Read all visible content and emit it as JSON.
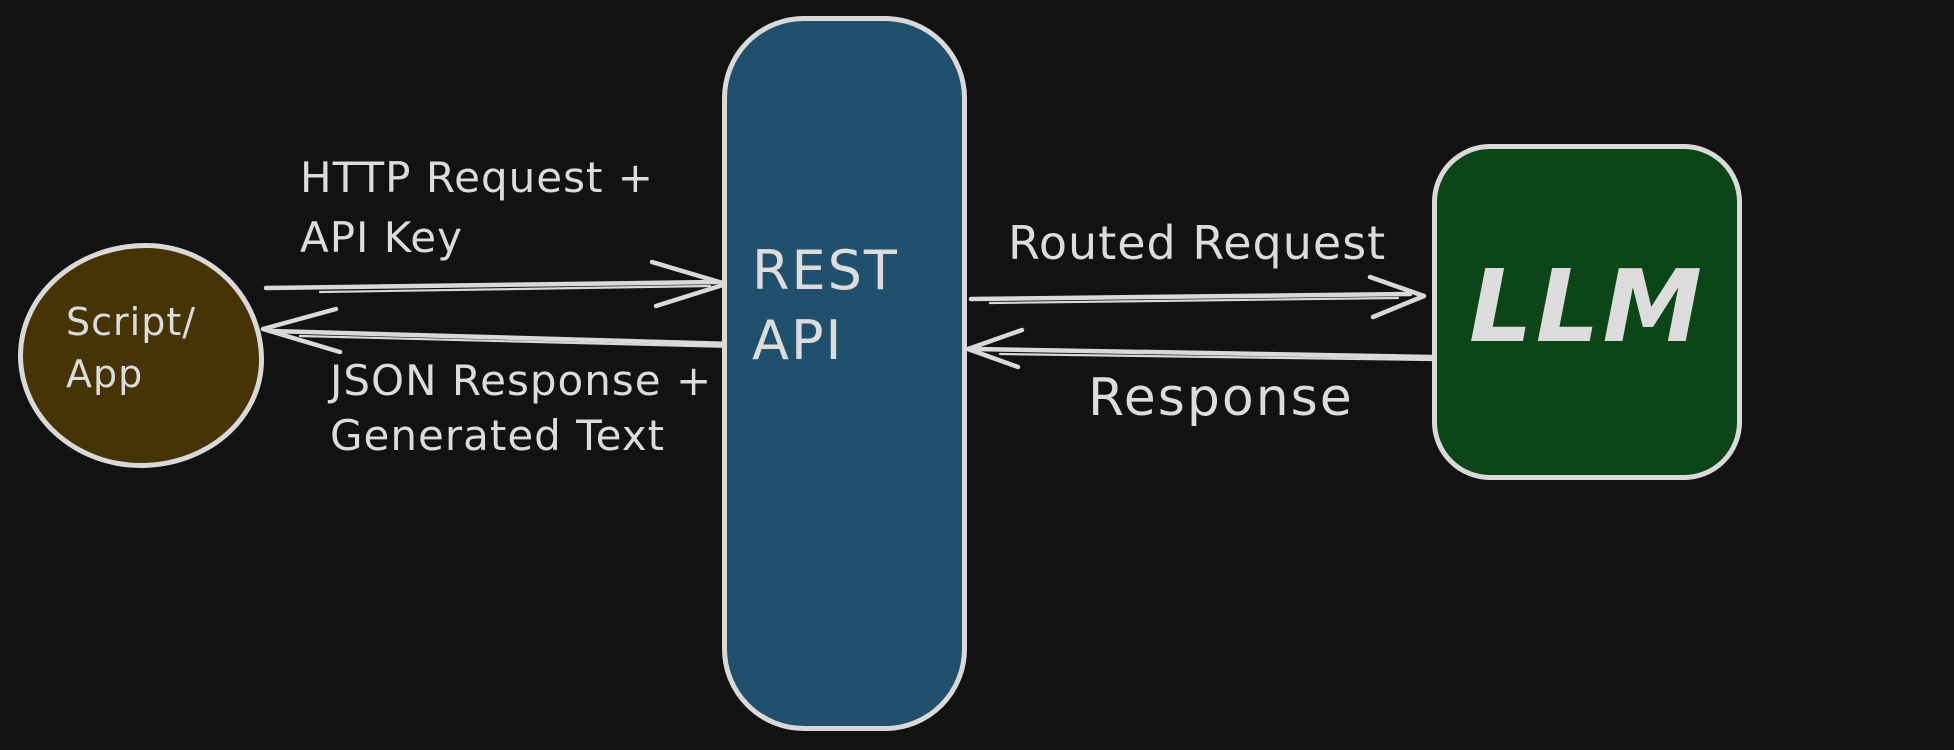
{
  "diagram": {
    "colors": {
      "background": "#121212",
      "stroke": "#d9d9d9",
      "text": "#dcdcdc",
      "script_app_fill": "#473406",
      "rest_api_fill": "#21506e",
      "llm_fill": "#0c4517"
    },
    "nodes": [
      {
        "id": "script-app",
        "shape": "ellipse",
        "label": "Script/\nApp"
      },
      {
        "id": "rest-api",
        "shape": "rounded-rectangle",
        "label": "REST\nAPI"
      },
      {
        "id": "llm",
        "shape": "rounded-rectangle",
        "label": "LLM"
      }
    ],
    "edges": [
      {
        "id": "http-request",
        "from": "script-app",
        "to": "rest-api",
        "direction": "right",
        "label": "HTTP Request +\nAPI Key"
      },
      {
        "id": "json-response",
        "from": "rest-api",
        "to": "script-app",
        "direction": "left",
        "label": "JSON Response +\nGenerated Text"
      },
      {
        "id": "routed-request",
        "from": "rest-api",
        "to": "llm",
        "direction": "right",
        "label": "Routed Request"
      },
      {
        "id": "response",
        "from": "llm",
        "to": "rest-api",
        "direction": "left",
        "label": "Response"
      }
    ]
  }
}
